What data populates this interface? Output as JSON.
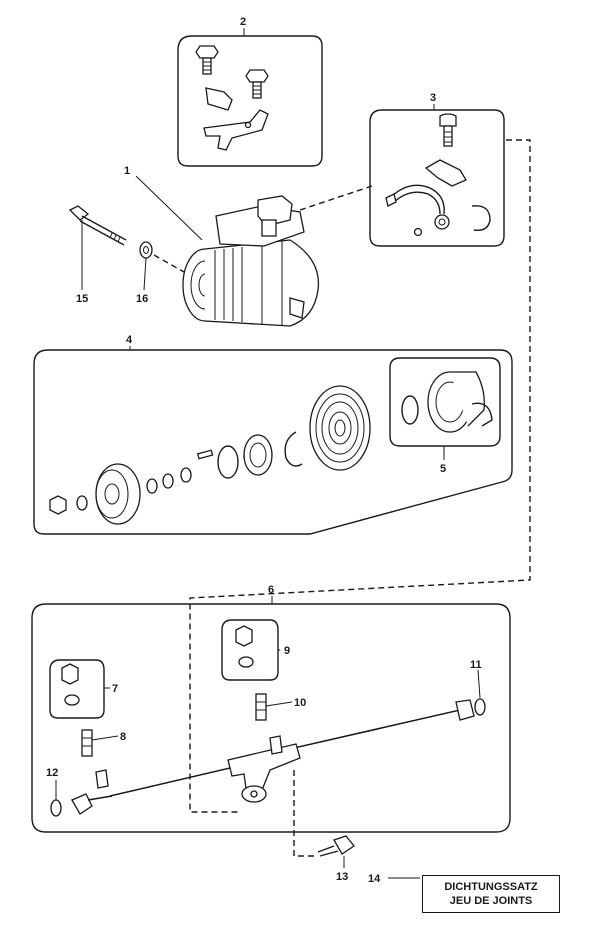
{
  "callouts": {
    "c1": "1",
    "c2": "2",
    "c3": "3",
    "c4": "4",
    "c5": "5",
    "c6": "6",
    "c7": "7",
    "c8": "8",
    "c9": "9",
    "c10": "10",
    "c11": "11",
    "c12": "12",
    "c13": "13",
    "c14": "14",
    "c15": "15",
    "c16": "16"
  },
  "legend": {
    "line1": "DICHTUNGSSATZ",
    "line2": "JEU DE JOINTS"
  }
}
